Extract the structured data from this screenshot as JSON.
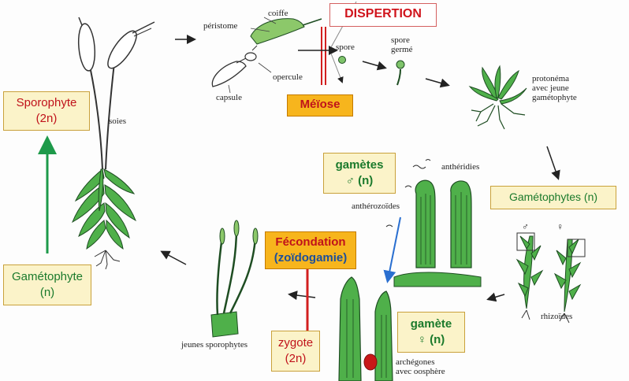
{
  "boxes": {
    "sporophyte": {
      "line1": "Sporophyte",
      "line2": "(2n)"
    },
    "gametophyte_left": {
      "line1": "Gamétophyte",
      "line2": "(n)"
    },
    "gametes_male": {
      "line1": "gamètes",
      "line2": "♂ (n)"
    },
    "gametophytes_right": {
      "line1": "Gamétophytes (n)"
    },
    "gamete_female": {
      "line1": "gamète",
      "line2": "♀ (n)"
    },
    "zygote": {
      "line1": "zygote",
      "line2": "(2n)"
    },
    "fecondation": {
      "line1": "Fécondation",
      "line2": "(zoïdogamie)"
    },
    "meiose": {
      "line1": "Méïose"
    },
    "dispertion": {
      "line1": "DISPERTION"
    }
  },
  "labels": {
    "soies": "soies",
    "coiffe": "coiffe",
    "peristome": "péristome",
    "opercule": "opercule",
    "capsule": "capsule",
    "spore": "spore",
    "spore_germe_1": "spore",
    "spore_germe_2": "germé",
    "protonema_1": "protonéma",
    "protonema_2": "avec jeune",
    "protonema_3": "gamétophyte",
    "antheridies": "anthéridies",
    "antherozoides": "anthérozoïdes",
    "male_symbol": "♂",
    "female_symbol": "♀",
    "rhizoides": "rhizoïdes",
    "jeunes_sporophytes": "jeunes sporophytes",
    "archegones_1": "archégones",
    "archegones_2": "avec oosphère"
  },
  "colors": {
    "box_fill": "#fbf3c9",
    "box_border": "#c9a13b",
    "red": "#c0121b",
    "green_text": "#1b7a2c",
    "orange": "#f7b51d",
    "green_arrow": "#1e9a4a",
    "blue_arrow": "#2a6fd0",
    "plant_green": "#4fb04a",
    "plant_dark": "#1e4d22"
  }
}
